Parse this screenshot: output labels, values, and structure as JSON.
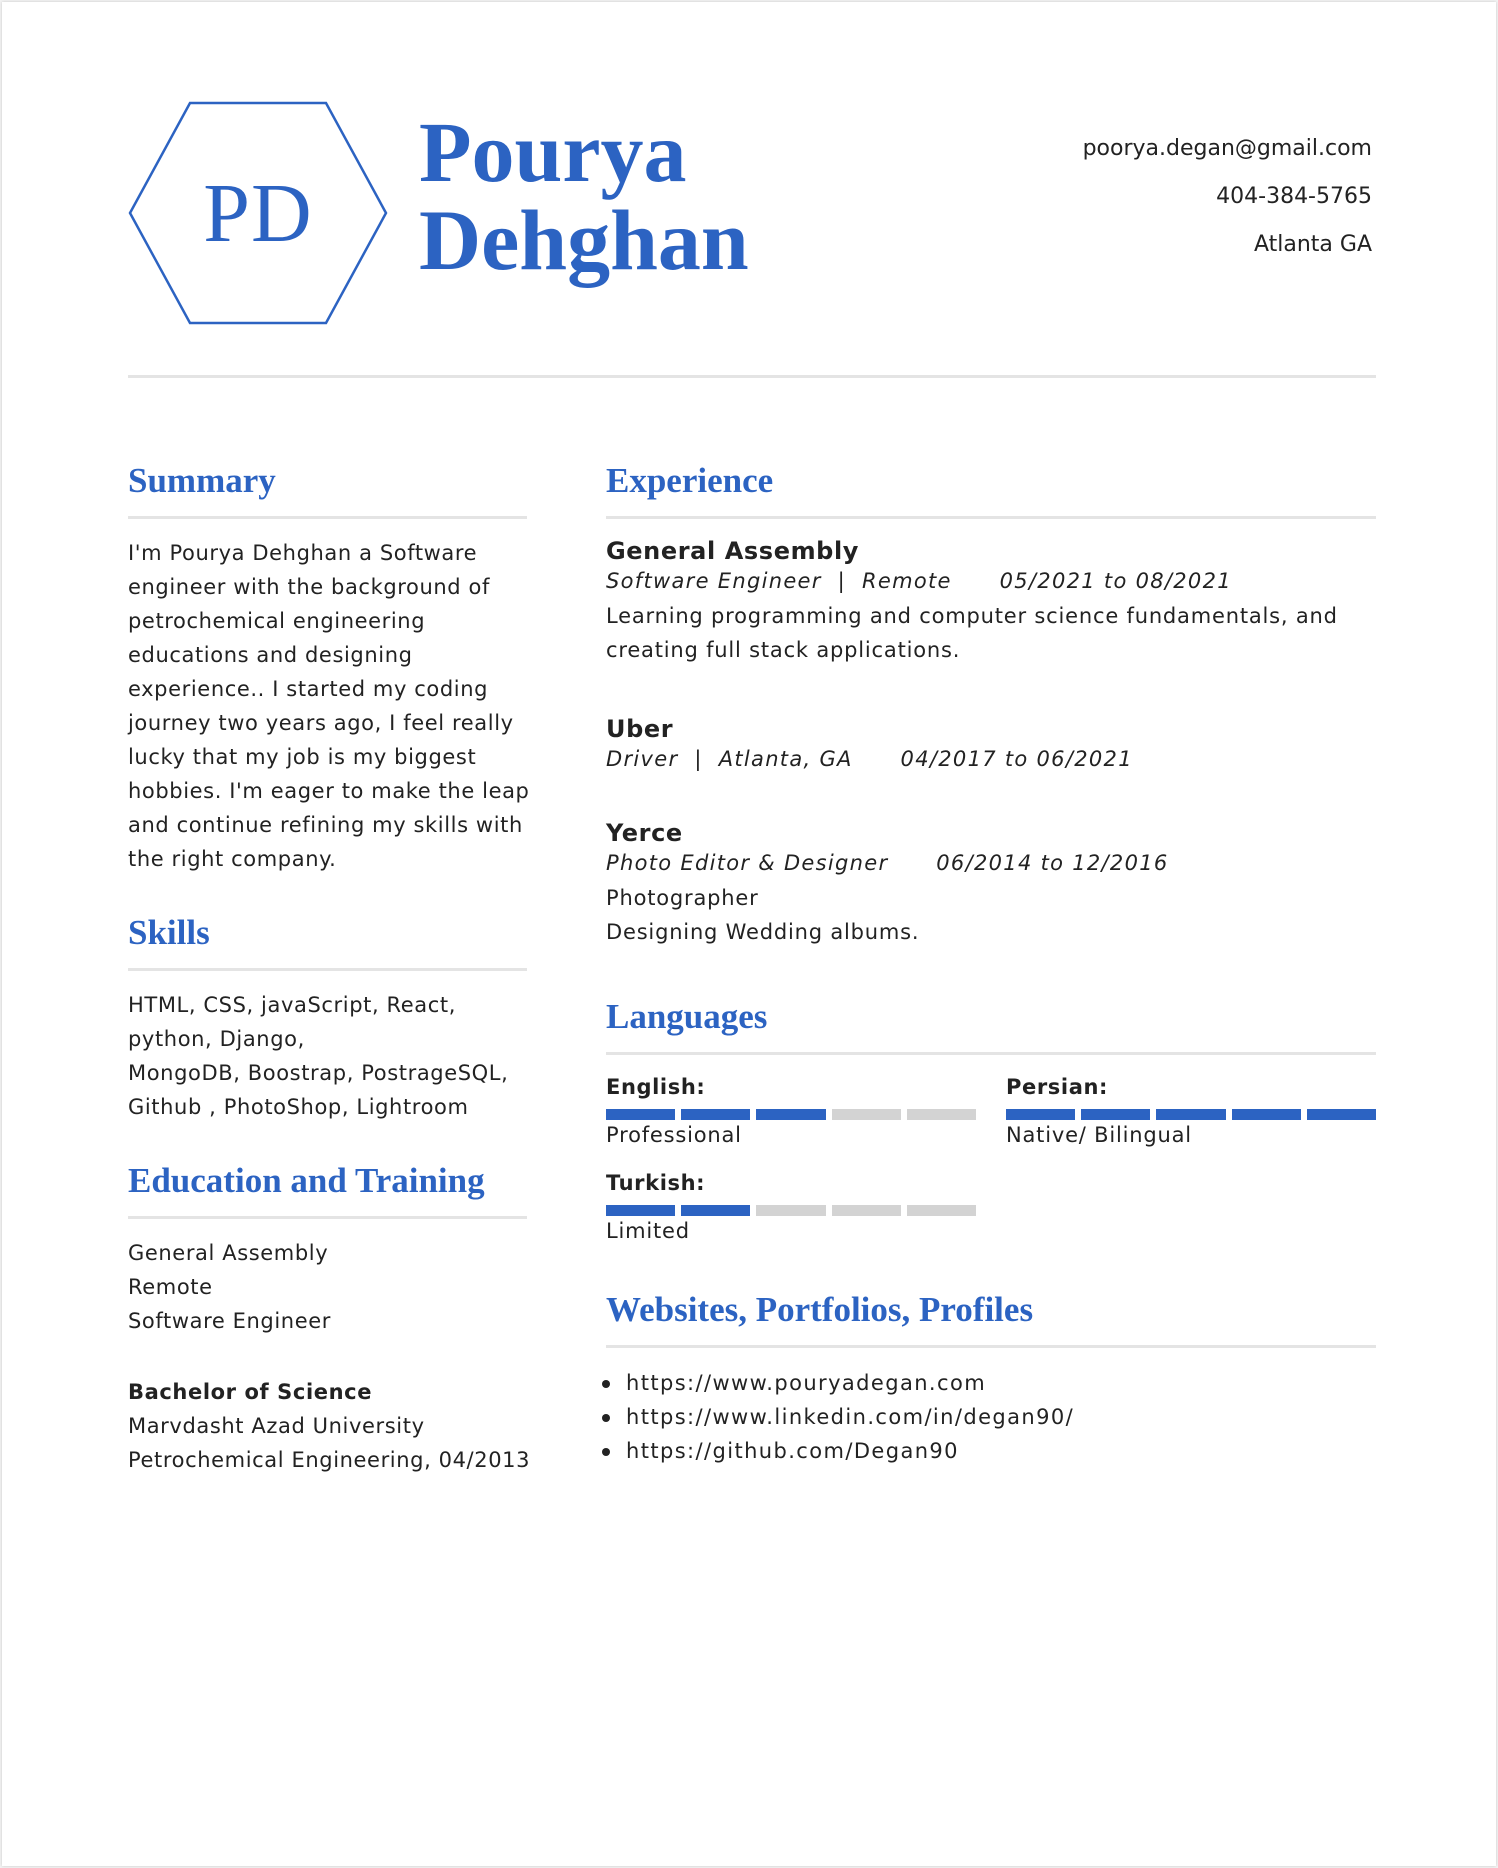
{
  "header": {
    "monogram": "PD",
    "first_name": "Pourya",
    "last_name": "Dehghan",
    "email": "poorya.degan@gmail.com",
    "phone": "404-384-5765",
    "location": "Atlanta GA",
    "accent_color": "#2c63c2"
  },
  "summary": {
    "title": "Summary",
    "lines": [
      "I'm Pourya Dehghan a Software",
      "engineer with the background of",
      "petrochemical engineering",
      "educations and designing",
      "experience.. I started my coding",
      "journey two years ago, I feel really",
      "lucky that my job is my biggest",
      "hobbies. I'm eager to make the leap",
      "and continue refining my skills with",
      "the right company."
    ]
  },
  "skills": {
    "title": "Skills",
    "lines": [
      "HTML, CSS, javaScript, React,",
      "python, Django,",
      "MongoDB, Boostrap, PostrageSQL,",
      "Github , PhotoShop, Lightroom"
    ]
  },
  "education": {
    "title": "Education and Training",
    "entries": [
      {
        "lines": [
          "General Assembly",
          "Remote",
          "Software Engineer"
        ]
      },
      {
        "degree": "Bachelor of Science",
        "lines": [
          "Marvdasht Azad University",
          "Petrochemical Engineering, 04/2013"
        ]
      }
    ]
  },
  "experience": {
    "title": "Experience",
    "jobs": [
      {
        "company": "General Assembly",
        "meta": "Software Engineer  |  Remote      05/2021 to 08/2021",
        "lines": [
          "Learning programming and computer science fundamentals, and",
          "creating full stack applications."
        ]
      },
      {
        "company": "Uber",
        "meta": "Driver  |  Atlanta, GA      04/2017 to 06/2021",
        "lines": []
      },
      {
        "company": "Yerce",
        "meta": "Photo Editor & Designer      06/2014 to 12/2016",
        "lines": [
          "Photographer",
          "Designing Wedding albums."
        ]
      }
    ]
  },
  "languages": {
    "title": "Languages",
    "items": [
      {
        "name": "English:",
        "level": "Professional",
        "filled": 3,
        "total": 5
      },
      {
        "name": "Persian:",
        "level": "Native/ Bilingual",
        "filled": 5,
        "total": 5
      },
      {
        "name": "Turkish:",
        "level": "Limited",
        "filled": 2,
        "total": 5
      }
    ]
  },
  "websites": {
    "title": "Websites, Portfolios, Profiles",
    "links": [
      "https://www.pouryadegan.com",
      "https://www.linkedin.com/in/degan90/",
      "https://github.com/Degan90"
    ]
  }
}
